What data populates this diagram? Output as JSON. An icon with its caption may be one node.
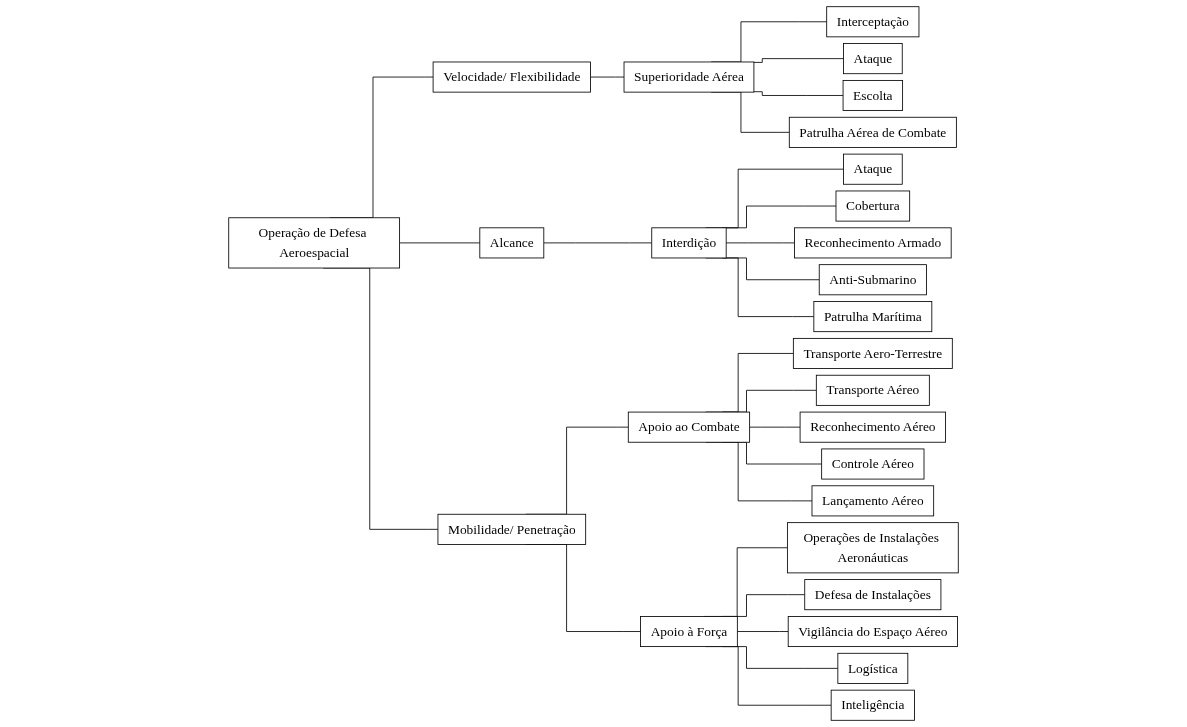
{
  "diagram": {
    "nodes": [
      {
        "text": [
          "Operação de Defesa Aeroespacial"
        ]
      },
      {
        "text": [
          "Velocidade/ Flexibilidade"
        ]
      },
      {
        "text": [
          "Alcance"
        ]
      },
      {
        "text": [
          "Mobilidade/ Penetração"
        ]
      },
      {
        "text": [
          "Superioridade Aérea"
        ]
      },
      {
        "text": [
          "Interceptação"
        ]
      },
      {
        "text": [
          "Ataque"
        ]
      },
      {
        "text": [
          "Escolta"
        ]
      },
      {
        "text": [
          "Patrulha Aérea de Combate"
        ]
      },
      {
        "text": [
          "Interdição"
        ]
      },
      {
        "text": [
          "Ataque"
        ]
      },
      {
        "text": [
          "Cobertura"
        ]
      },
      {
        "text": [
          "Reconhecimento Armado"
        ]
      },
      {
        "text": [
          "Anti-Submarino"
        ]
      },
      {
        "text": [
          "Patrulha Marítima"
        ]
      },
      {
        "text": [
          "Apoio ao Combate"
        ]
      },
      {
        "text": [
          "Apoio à Força"
        ]
      },
      {
        "text": [
          "Transporte Aero-Terrestre"
        ]
      },
      {
        "text": [
          "Transporte Aéreo"
        ]
      },
      {
        "text": [
          "Reconhecimento Aéreo"
        ]
      },
      {
        "text": [
          "Controle Aéreo"
        ]
      },
      {
        "text": [
          "Lançamento Aéreo"
        ]
      },
      {
        "text": [
          "Operações de Instalações Aeronáuticas"
        ]
      },
      {
        "text": [
          "Defesa de Instalações"
        ]
      },
      {
        "text": [
          "Vigilância do Espaço Aéreo"
        ]
      },
      {
        "text": [
          "Logística"
        ]
      },
      {
        "text": [
          "Inteligência"
        ]
      }
    ],
    "edges": [
      {
        "from": 0,
        "to": 1,
        "arrow": "none"
      },
      {
        "from": 0,
        "to": 2,
        "arrow": "none"
      },
      {
        "from": 0,
        "to": 3,
        "arrow": "none"
      },
      {
        "from": 1,
        "to": 4,
        "arrow": "none"
      },
      {
        "from": 4,
        "to": 5,
        "arrow": "none"
      },
      {
        "from": 4,
        "to": 6,
        "arrow": "none"
      },
      {
        "from": 4,
        "to": 7,
        "arrow": "none"
      },
      {
        "from": 4,
        "to": 8,
        "arrow": "none"
      },
      {
        "from": 2,
        "to": 9,
        "arrow": "none"
      },
      {
        "from": 9,
        "to": 10,
        "arrow": "none"
      },
      {
        "from": 9,
        "to": 11,
        "arrow": "none"
      },
      {
        "from": 9,
        "to": 12,
        "arrow": "none"
      },
      {
        "from": 9,
        "to": 13,
        "arrow": "none"
      },
      {
        "from": 9,
        "to": 14,
        "arrow": "none"
      },
      {
        "from": 3,
        "to": 15,
        "arrow": "none"
      },
      {
        "from": 3,
        "to": 16,
        "arrow": "none"
      },
      {
        "from": 15,
        "to": 17,
        "arrow": "none"
      },
      {
        "from": 15,
        "to": 18,
        "arrow": "none"
      },
      {
        "from": 15,
        "to": 19,
        "arrow": "none"
      },
      {
        "from": 15,
        "to": 20,
        "arrow": "none"
      },
      {
        "from": 15,
        "to": 21,
        "arrow": "none"
      },
      {
        "from": 16,
        "to": 22,
        "arrow": "none"
      },
      {
        "from": 16,
        "to": 23,
        "arrow": "none"
      },
      {
        "from": 16,
        "to": 24,
        "arrow": "none"
      },
      {
        "from": 16,
        "to": 25,
        "arrow": "none"
      },
      {
        "from": 16,
        "to": 26,
        "arrow": "none"
      }
    ]
  }
}
